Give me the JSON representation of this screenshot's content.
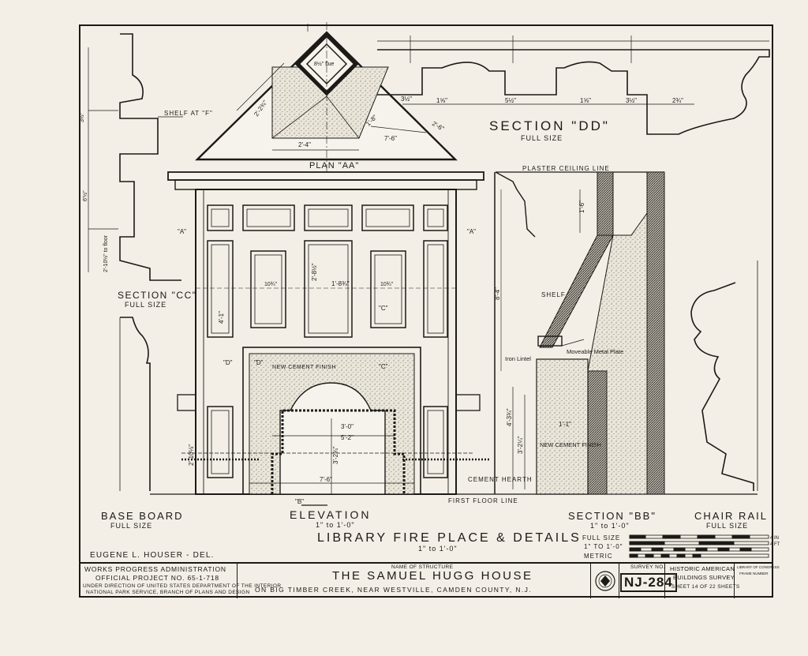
{
  "sheet": {
    "title": "LIBRARY FIRE PLACE & DETAILS",
    "title_scale": "1\" to 1'-0\"",
    "delineator": "EUGENE L. HOUSER - DEL."
  },
  "views": {
    "plan": {
      "label": "PLAN \"AA\"",
      "flue": "8½\" flue",
      "dims": [
        "2'-2¾\"",
        "1'-8\"",
        "2'-6\"",
        "7'-6\"",
        "2'-4\""
      ]
    },
    "section_dd": {
      "label": "SECTION \"DD\"",
      "scale": "FULL SIZE",
      "dims": [
        "3½\"",
        "1⅝\"",
        "5½\"",
        "1⅝\"",
        "3½\"",
        "2¾\""
      ]
    },
    "section_cc": {
      "label": "SECTION \"CC\"",
      "scale": "FULL SIZE",
      "shelf": "SHELF AT \"F\"",
      "dims": [
        "3½\"",
        "6'½\"",
        "2'-10½\" to floor"
      ]
    },
    "elevation": {
      "label": "ELEVATION",
      "scale": "1\" to 1'-0\"",
      "finish": "NEW CEMENT FINISH",
      "markers": [
        "\"A\"",
        "\"A\"",
        "\"B\"",
        "\"C\"",
        "\"C\"",
        "\"D\"",
        "\"D\""
      ],
      "dims": [
        "2'-8½\"",
        "4'-1\"",
        "1'-8¾\"",
        "3'-0\"",
        "5'-2\"",
        "7'-6\"",
        "2'-10⅛\"",
        "3'-2¾\"",
        "10¾\"",
        "10¾\""
      ]
    },
    "section_bb": {
      "label": "SECTION \"BB\"",
      "scale": "1\" to 1'-0\"",
      "ceiling": "PLASTER CEILING LINE",
      "shelf": "SHELF",
      "lintel": "Iron Lintel",
      "plate": "Moveable Metal Plate",
      "finish": "NEW CEMENT FINISH",
      "dims": [
        "1'-6\"",
        "8'-4\"",
        "4'-3¾\"",
        "3'-2¼\"",
        "1'-1\""
      ]
    },
    "base_board": {
      "label": "BASE BOARD",
      "scale": "FULL SIZE"
    },
    "chair_rail": {
      "label": "CHAIR RAIL",
      "scale": "FULL SIZE"
    },
    "notes": {
      "hearth": "CEMENT HEARTH",
      "floor": "FIRST FLOOR LINE"
    }
  },
  "scale_bar": {
    "rows": [
      "FULL SIZE",
      "1\" TO 1'-0\"",
      "METRIC"
    ],
    "units": [
      "4 IN",
      "4 FT"
    ]
  },
  "title_block": {
    "agency": "WORKS PROGRESS ADMINISTRATION",
    "project": "OFFICIAL PROJECT NO. 65-1-718",
    "direction": "UNDER DIRECTION OF UNITED STATES DEPARTMENT OF THE INTERIOR",
    "service": "NATIONAL PARK SERVICE, BRANCH OF PLANS AND DESIGN",
    "name_caption": "NAME OF STRUCTURE",
    "structure": "THE SAMUEL HUGG HOUSE",
    "location": "ON BIG TIMBER CREEK, NEAR WESTVILLE, CAMDEN COUNTY, N.J.",
    "survey_caption": "SURVEY NO.",
    "survey_no": "NJ-284",
    "habs_line1": "HISTORIC AMERICAN",
    "habs_line2": "BUILDINGS SURVEY",
    "sheet_of": "SHEET 14 OF 22 SHEETS",
    "loc_caption": "LIBRARY OF CONGRESS",
    "frame_caption": "FRAME NUMBER"
  },
  "colors": {
    "ink": "#1c1a17",
    "paper": "#f3efe6",
    "stipple": "#d9d3c4"
  }
}
